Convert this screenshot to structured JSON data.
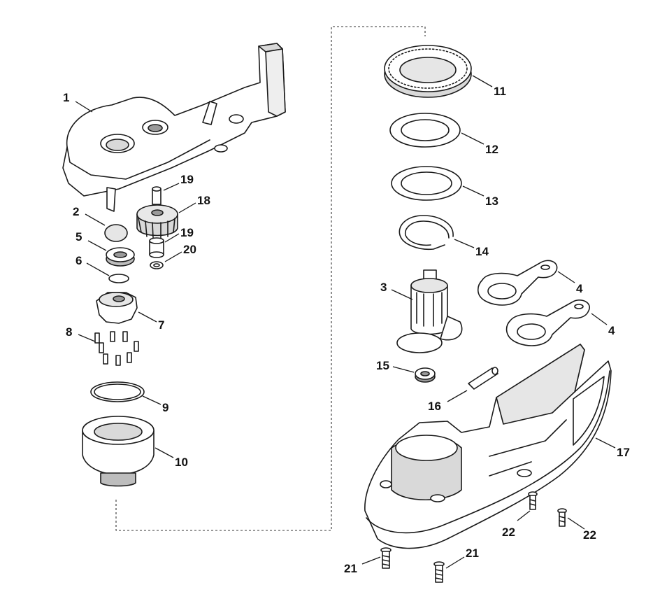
{
  "callouts": [
    {
      "id": "c1",
      "text": "1"
    },
    {
      "id": "c2",
      "text": "2"
    },
    {
      "id": "c5",
      "text": "5"
    },
    {
      "id": "c6",
      "text": "6"
    },
    {
      "id": "c7",
      "text": "7"
    },
    {
      "id": "c8",
      "text": "8"
    },
    {
      "id": "c9",
      "text": "9"
    },
    {
      "id": "c10",
      "text": "10"
    },
    {
      "id": "c19a",
      "text": "19"
    },
    {
      "id": "c18",
      "text": "18"
    },
    {
      "id": "c19b",
      "text": "19"
    },
    {
      "id": "c20",
      "text": "20"
    },
    {
      "id": "c11",
      "text": "11"
    },
    {
      "id": "c12",
      "text": "12"
    },
    {
      "id": "c13",
      "text": "13"
    },
    {
      "id": "c14",
      "text": "14"
    },
    {
      "id": "c3",
      "text": "3"
    },
    {
      "id": "c4a",
      "text": "4"
    },
    {
      "id": "c4b",
      "text": "4"
    },
    {
      "id": "c15",
      "text": "15"
    },
    {
      "id": "c16",
      "text": "16"
    },
    {
      "id": "c17",
      "text": "17"
    },
    {
      "id": "c22a",
      "text": "22"
    },
    {
      "id": "c22b",
      "text": "22"
    },
    {
      "id": "c21a",
      "text": "21"
    },
    {
      "id": "c21b",
      "text": "21"
    }
  ],
  "colors": {
    "ink": "#1a1a1a",
    "part_fill": "#ffffff",
    "shade": "#d9d9d9",
    "dark": "#9a9a9a"
  }
}
